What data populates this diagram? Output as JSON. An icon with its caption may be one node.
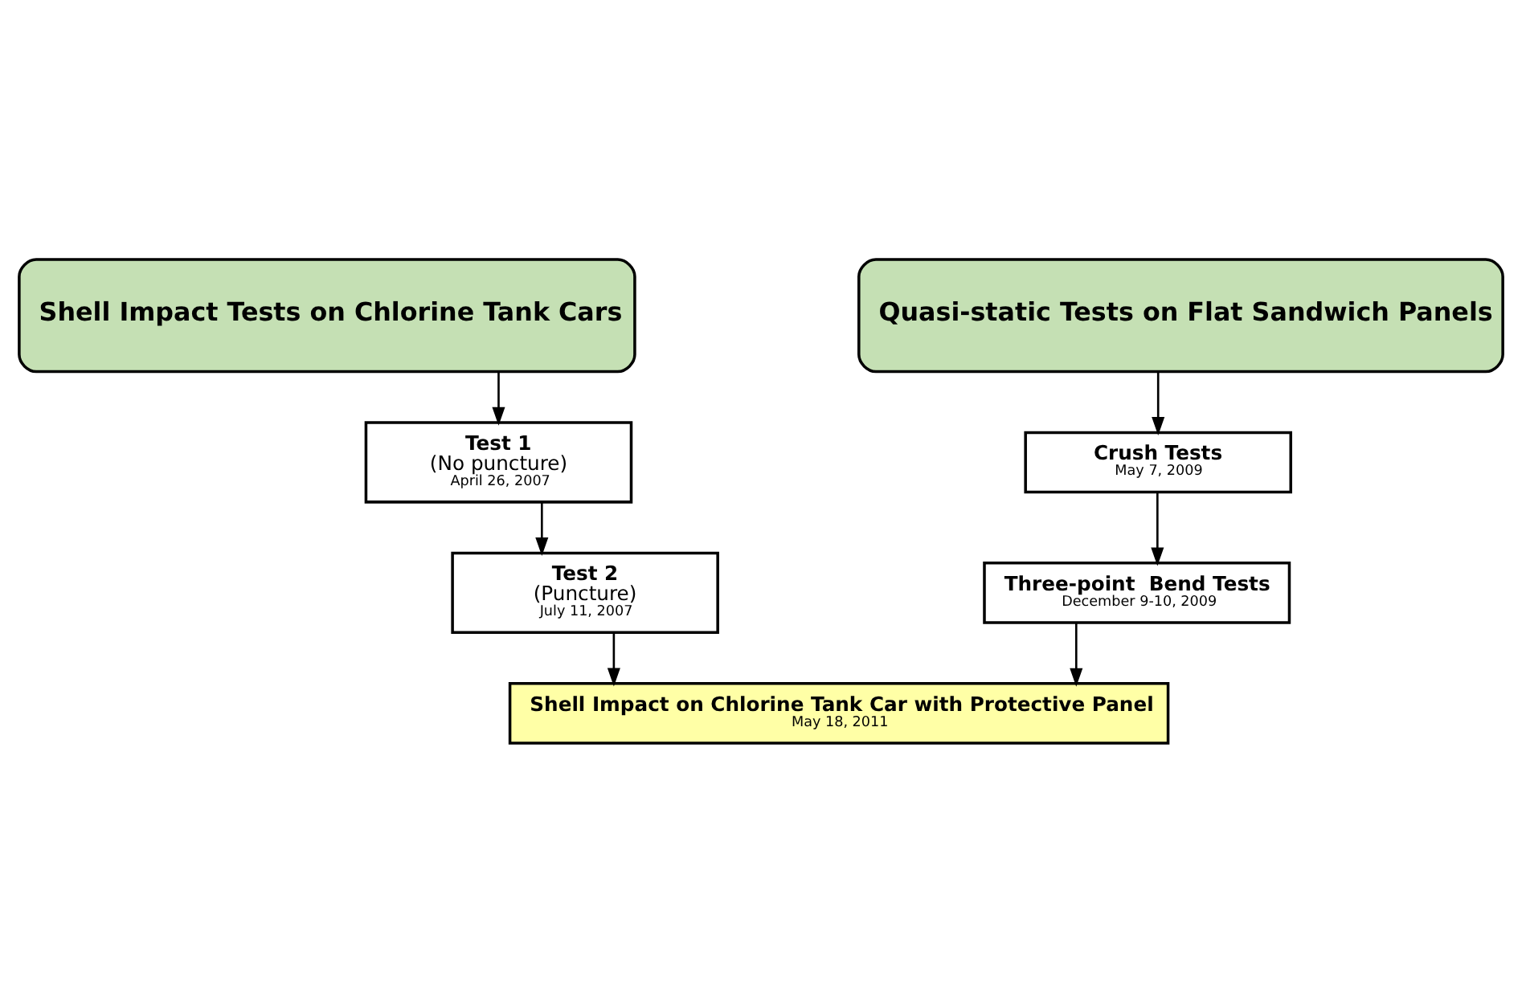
{
  "diagram": {
    "nodes": [
      {
        "text": [
          "Shell Impact Tests on Chlorine Tank Cars"
        ]
      },
      {
        "text": [
          "Quasi-static Tests on Flat Sandwich Panels"
        ]
      },
      {
        "text": [
          "Test 1",
          "(No puncture)",
          "April 26, 2007"
        ]
      },
      {
        "text": [
          "Crush Tests",
          "May 7, 2009"
        ]
      },
      {
        "text": [
          "Test 2",
          "(Puncture)",
          "July 11, 2007"
        ]
      },
      {
        "text": [
          "Three-point  Bend Tests",
          "December 9-10, 2009"
        ]
      },
      {
        "text": [
          "Shell Impact on Chlorine Tank Car with Protective Panel",
          "May 18, 2011"
        ]
      }
    ],
    "edges": [
      {
        "from": 0,
        "to": 2,
        "arrow": "to"
      },
      {
        "from": 2,
        "to": 4,
        "arrow": "to"
      },
      {
        "from": 1,
        "to": 3,
        "arrow": "to"
      },
      {
        "from": 3,
        "to": 5,
        "arrow": "to"
      },
      {
        "from": 4,
        "to": 6,
        "arrow": "to"
      },
      {
        "from": 5,
        "to": 6,
        "arrow": "to"
      }
    ]
  }
}
